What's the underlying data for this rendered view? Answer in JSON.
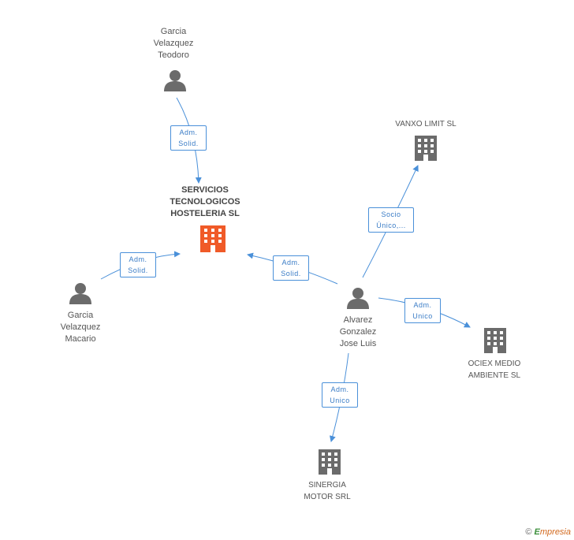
{
  "nodes": {
    "main": {
      "lines": [
        "SERVICIOS",
        "TECNOLOGICOS",
        "HOSTELERIA SL"
      ],
      "icon": "building-icon",
      "color": "#f05a28"
    },
    "teodoro": {
      "lines": [
        "Garcia",
        "Velazquez",
        "Teodoro"
      ],
      "icon": "person-icon"
    },
    "macario": {
      "lines": [
        "Garcia",
        "Velazquez",
        "Macario"
      ],
      "icon": "person-icon"
    },
    "alvarez": {
      "lines": [
        "Alvarez",
        "Gonzalez",
        "Jose Luis"
      ],
      "icon": "person-icon"
    },
    "vanxo": {
      "lines": [
        "VANXO LIMIT SL"
      ],
      "icon": "building-icon"
    },
    "ociex": {
      "lines": [
        "OCIEX MEDIO",
        "AMBIENTE SL"
      ],
      "icon": "building-icon"
    },
    "sinergia": {
      "lines": [
        "SINERGIA",
        "MOTOR SRL"
      ],
      "icon": "building-icon"
    }
  },
  "edges": {
    "teodoro_main": [
      "Adm.",
      "Solid."
    ],
    "macario_main": [
      "Adm.",
      "Solid."
    ],
    "alvarez_main": [
      "Adm.",
      "Solid."
    ],
    "alvarez_vanxo": [
      "Socio",
      "Único,..."
    ],
    "alvarez_ociex": [
      "Adm.",
      "Unico"
    ],
    "alvarez_sinergia": [
      "Adm.",
      "Unico"
    ]
  },
  "colors": {
    "edge": "#4a90d9",
    "icon": "#6b6b6b",
    "main": "#f05a28"
  },
  "footer": {
    "copyright": "©",
    "brand_e": "E",
    "brand_rest": "mpresia"
  }
}
